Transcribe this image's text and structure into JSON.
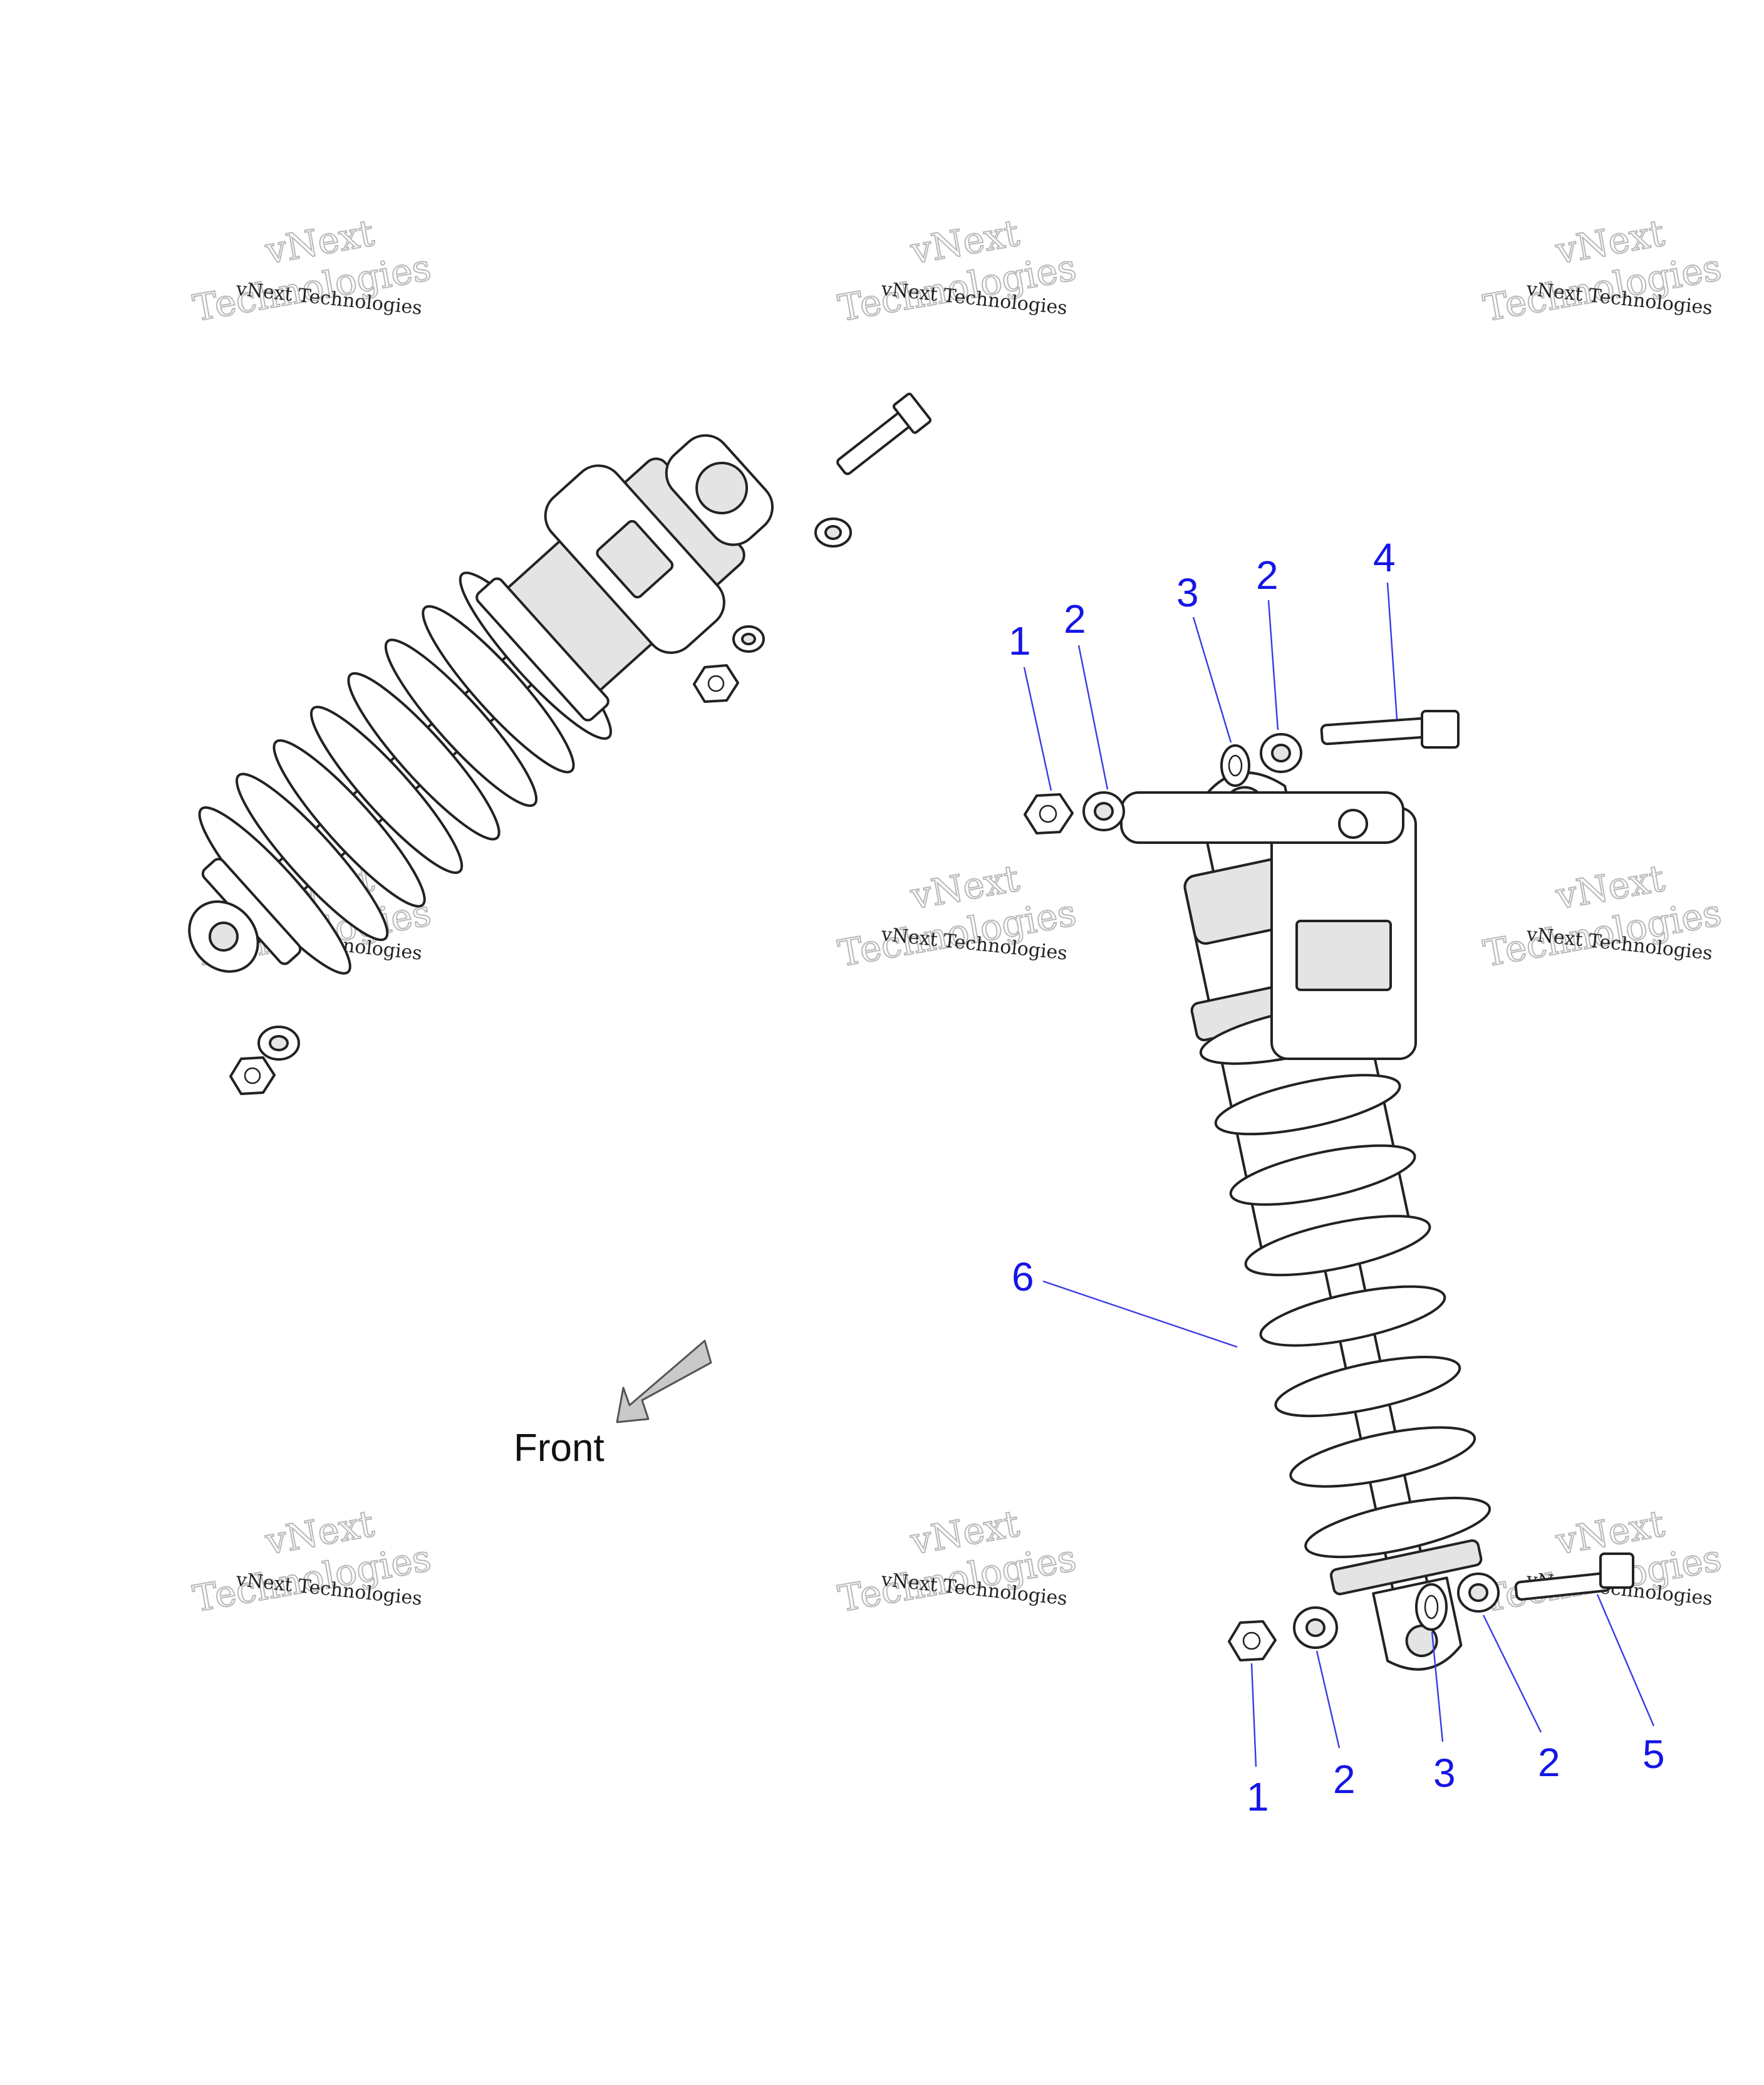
{
  "diagram": {
    "direction_label": "Front",
    "watermark": {
      "small_text": "vNext Technologies",
      "big_text_line1": "vNext",
      "big_text_line2": "Technologies"
    },
    "callouts": [
      {
        "id": "c1a",
        "label": "1"
      },
      {
        "id": "c2a",
        "label": "2"
      },
      {
        "id": "c3a",
        "label": "3"
      },
      {
        "id": "c2b",
        "label": "2"
      },
      {
        "id": "c4",
        "label": "4"
      },
      {
        "id": "c6",
        "label": "6"
      },
      {
        "id": "c1b",
        "label": "1"
      },
      {
        "id": "c2c",
        "label": "2"
      },
      {
        "id": "c3b",
        "label": "3"
      },
      {
        "id": "c2d",
        "label": "2"
      },
      {
        "id": "c5",
        "label": "5"
      }
    ]
  }
}
